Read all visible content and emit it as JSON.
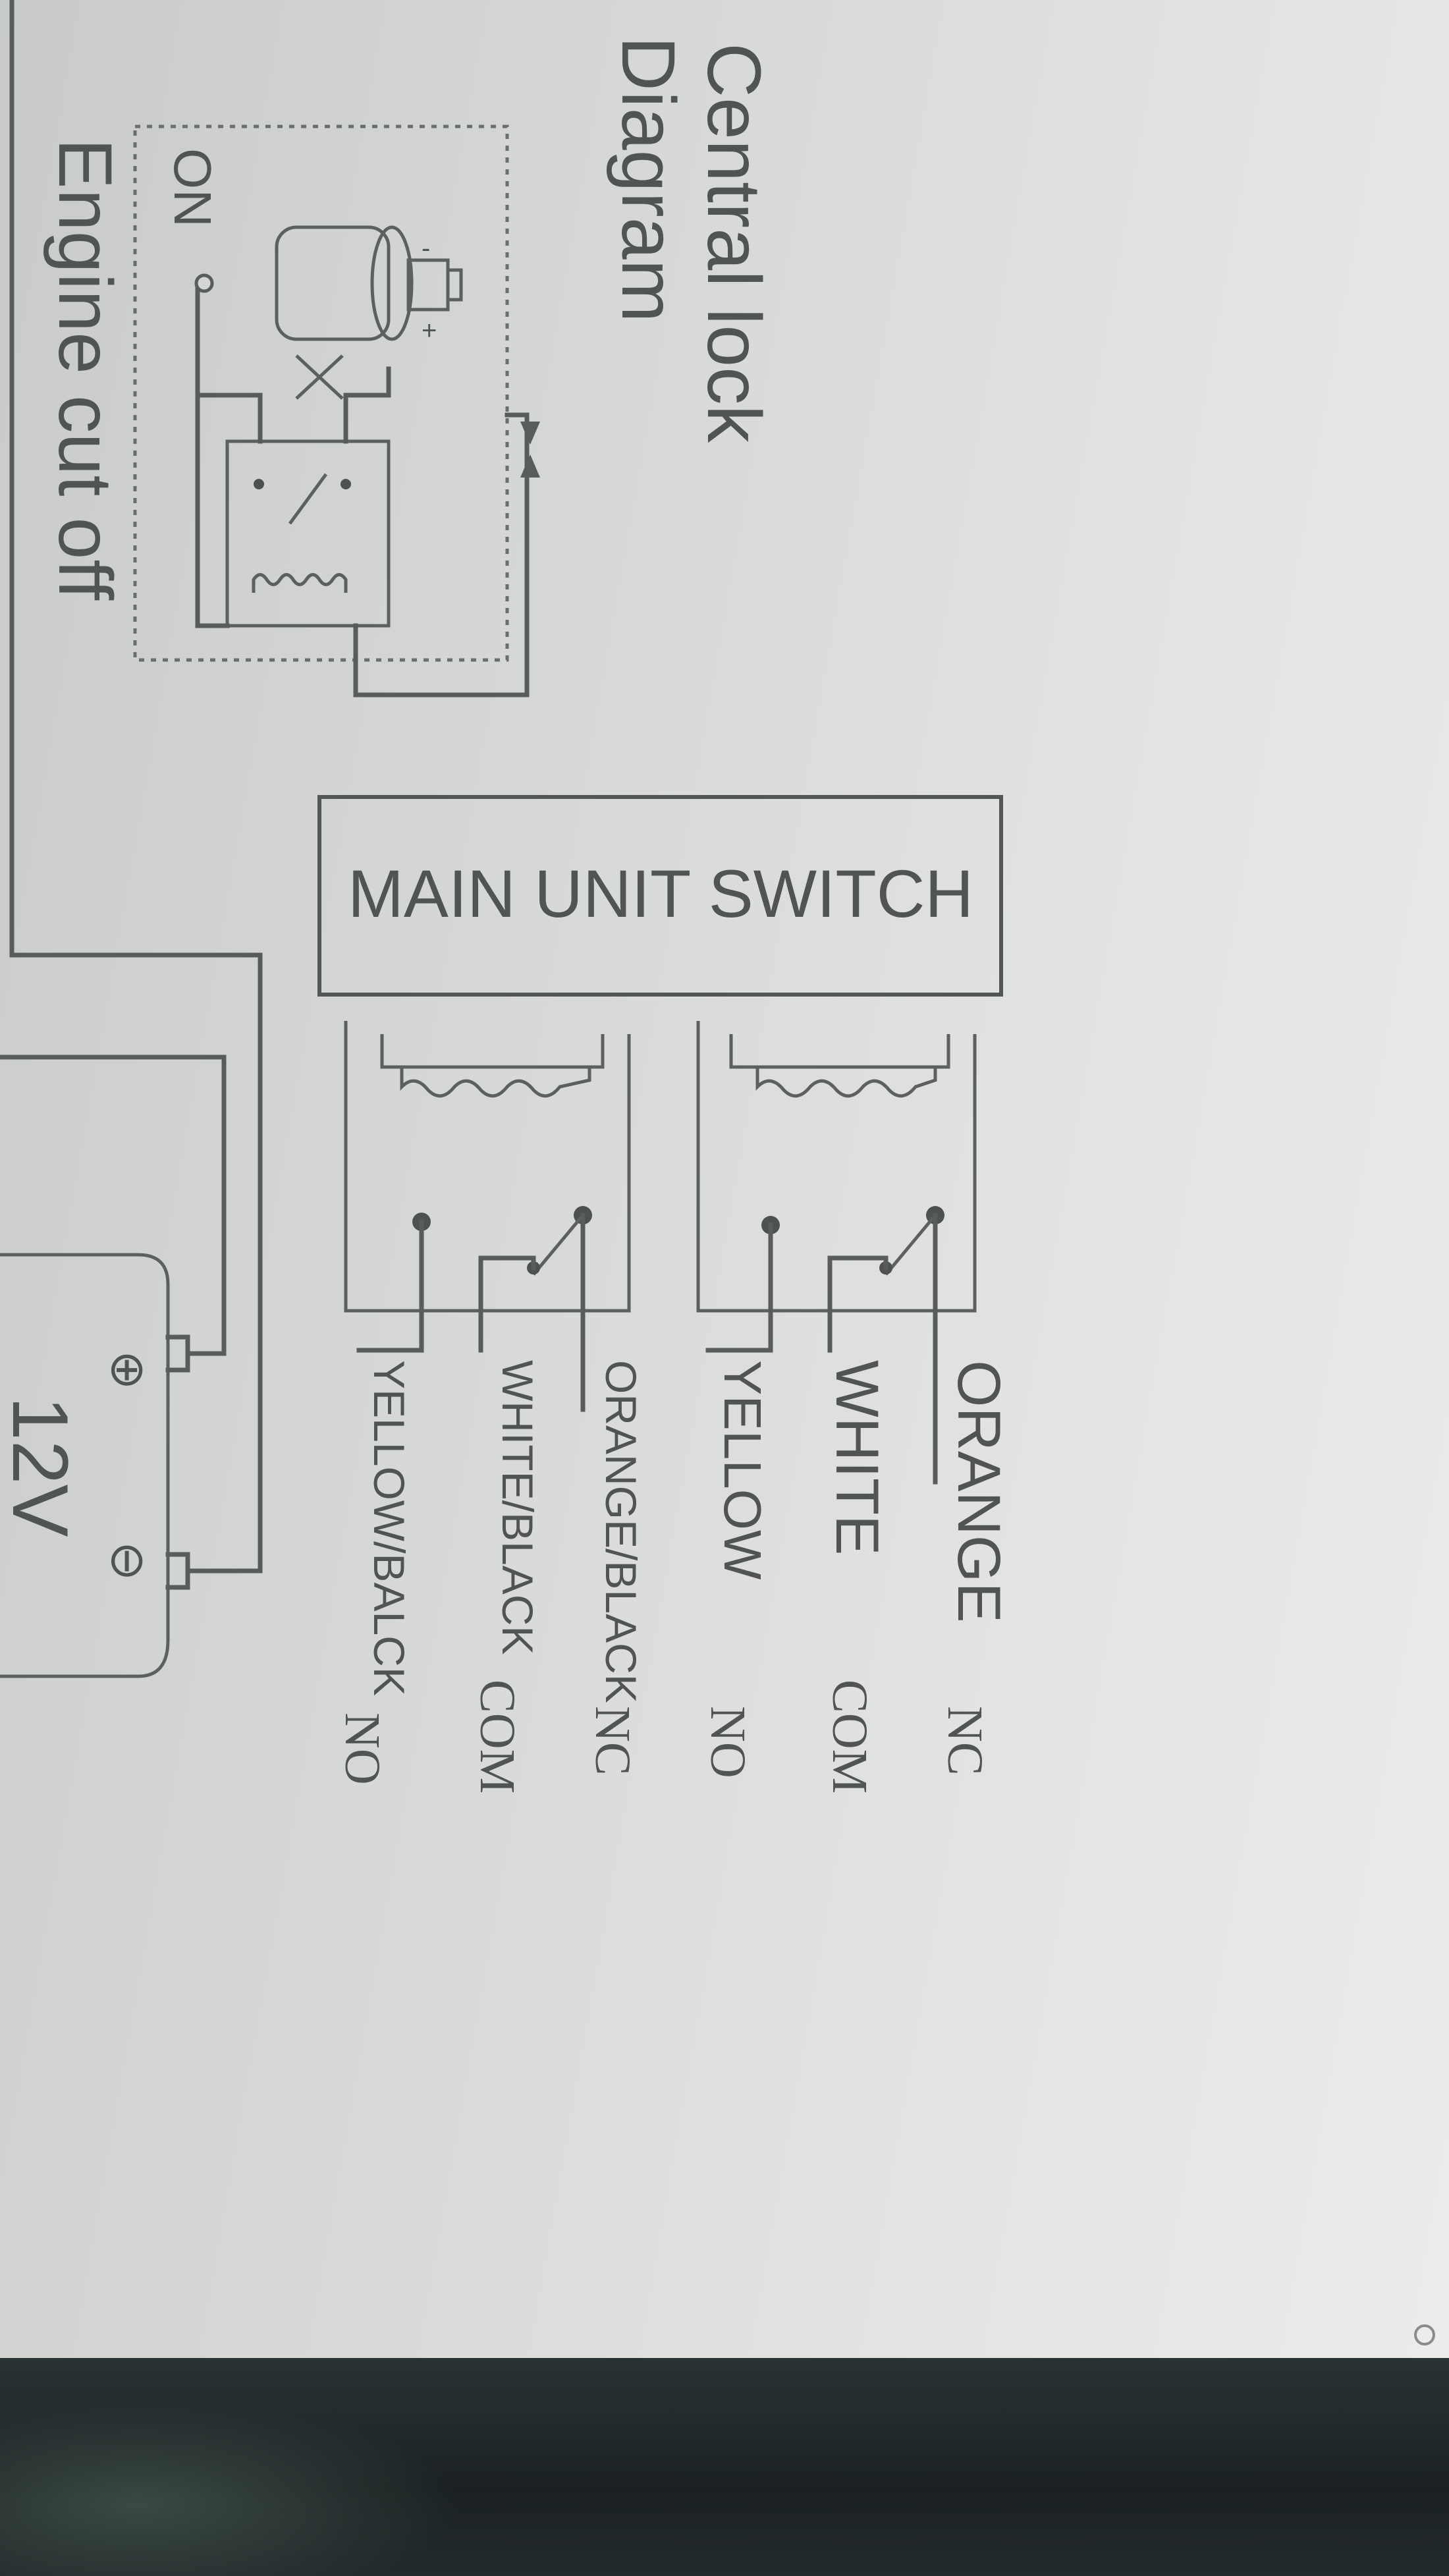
{
  "title_line1": "Central lock",
  "title_line2": "Diagram",
  "engine_cut_label": "Engine cut off",
  "on_label": "ON",
  "main_unit_label": "MAIN UNIT SWITCH",
  "battery": {
    "voltage": "12V",
    "positive_symbol": "⊕",
    "negative_symbol": "⊖"
  },
  "motor_symbols": {
    "minus": "-",
    "plus": "+"
  },
  "relay1": {
    "wires": [
      "ORANGE",
      "WHITE",
      "YELLOW"
    ],
    "terminals": [
      "NC",
      "COM",
      "NO"
    ]
  },
  "relay2": {
    "wires": [
      "ORANGE/BLACK",
      "WHITE/BLACK",
      "YELLOW/BALCK"
    ],
    "terminals": [
      "NC",
      "COM",
      "NO"
    ]
  }
}
